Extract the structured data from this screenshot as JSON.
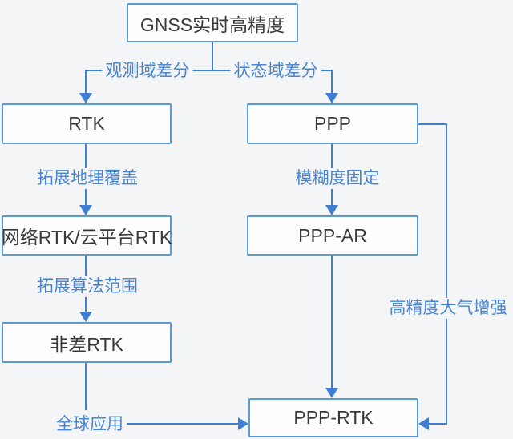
{
  "diagram": {
    "nodes": {
      "gnss": "GNSS实时高精度",
      "rtk": "RTK",
      "ppp": "PPP",
      "network_rtk": "网络RTK/云平台RTK",
      "ppp_ar": "PPP-AR",
      "undiff_rtk": "非差RTK",
      "ppp_rtk": "PPP-RTK"
    },
    "labels": {
      "obs_domain": "观测域差分",
      "state_domain": "状态域差分",
      "expand_geo": "拓展地理覆盖",
      "ambiguity_fix": "模糊度固定",
      "expand_algo": "拓展算法范围",
      "global_app": "全球应用",
      "atmos_aug": "高精度大气增强"
    },
    "edges": [
      {
        "from": "gnss",
        "to": "rtk",
        "label": "观测域差分"
      },
      {
        "from": "gnss",
        "to": "ppp",
        "label": "状态域差分"
      },
      {
        "from": "rtk",
        "to": "network_rtk",
        "label": "拓展地理覆盖"
      },
      {
        "from": "network_rtk",
        "to": "undiff_rtk",
        "label": "拓展算法范围"
      },
      {
        "from": "undiff_rtk",
        "to": "ppp_rtk",
        "label": "全球应用"
      },
      {
        "from": "ppp",
        "to": "ppp_ar",
        "label": "模糊度固定"
      },
      {
        "from": "ppp_ar",
        "to": "ppp_rtk",
        "label": ""
      },
      {
        "from": "ppp",
        "to": "ppp_rtk",
        "label": "高精度大气增强"
      }
    ],
    "colors": {
      "background": "#f4f5f6",
      "box_fill": "#fdfdfe",
      "box_border": "#5b9bd5",
      "box_text": "#3a3a3a",
      "connector": "#3f7ed0",
      "edge_label_text": "#4a85d2"
    }
  }
}
